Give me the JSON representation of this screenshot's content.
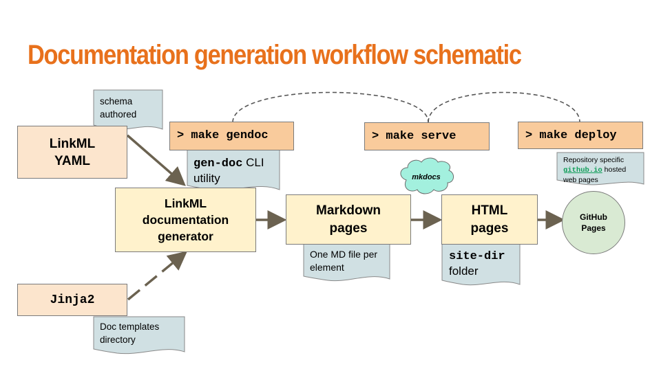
{
  "title": "Documentation generation workflow schematic",
  "nodes": {
    "linkml_yaml": [
      "LinkML",
      "YAML"
    ],
    "jinja2": "Jinja2",
    "generator": [
      "LinkML",
      "documentation",
      "generator"
    ],
    "markdown": [
      "Markdown",
      "pages"
    ],
    "html": [
      "HTML",
      "pages"
    ],
    "github_pages": [
      "GitHub",
      "Pages"
    ]
  },
  "commands": {
    "gendoc": "> make gendoc",
    "serve": "> make serve",
    "deploy": "> make deploy"
  },
  "cloud_label": "mkdocs",
  "notes": {
    "schema": [
      "schema",
      "authored"
    ],
    "gendoc_tool": "gen-doc",
    "gendoc_rest": "CLI",
    "gendoc_line2": "utility",
    "md_note": [
      "One MD file per",
      "element"
    ],
    "sitedir": "site-dir",
    "sitedir_line2": "folder",
    "templates": [
      "Doc templates",
      "directory"
    ],
    "repo_line1": "Repository specific",
    "repo_link": "github.io",
    "repo_rest": "hosted",
    "repo_line3": "web pages"
  },
  "colors": {
    "title": "#e8711c",
    "orange_box": "#fce5cd",
    "yellow_box": "#fff2cc",
    "command_box": "#f9cb9c",
    "note": "#d0e0e3",
    "circle": "#d9ead3",
    "cloud": "#a3f0de",
    "arrow": "#6b6250"
  }
}
